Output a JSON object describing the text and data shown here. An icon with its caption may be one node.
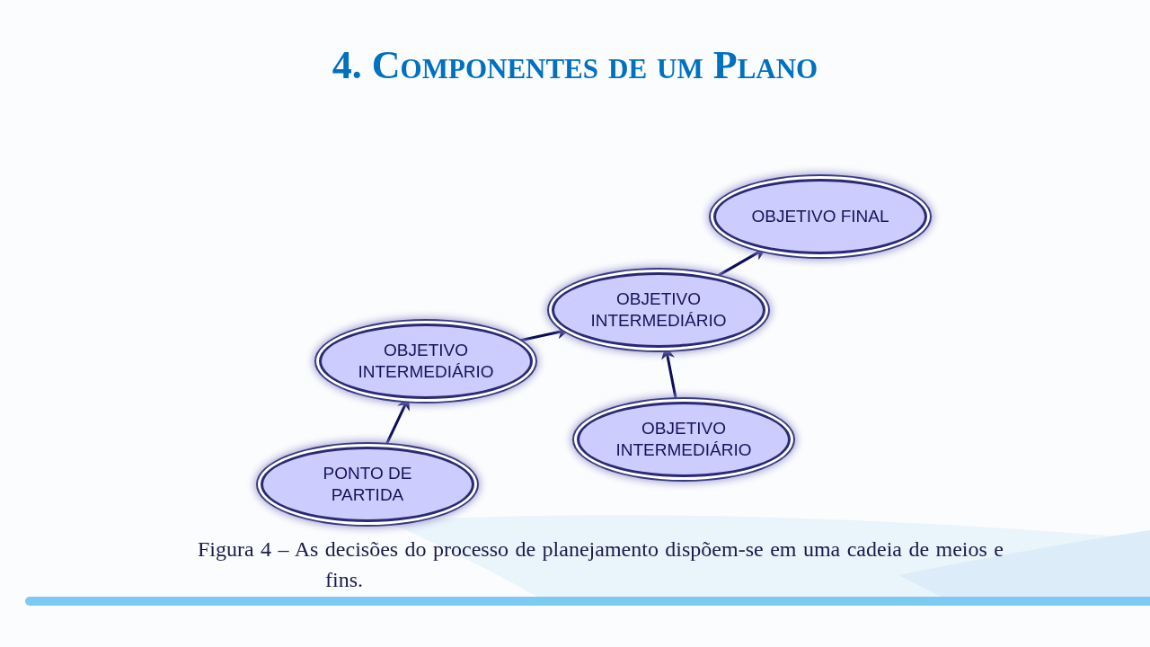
{
  "diagram": {
    "title": "4. Componentes de um Plano",
    "nodes": [
      {
        "text": [
          "PONTO DE PARTIDA"
        ]
      },
      {
        "text": [
          "OBJETIVO INTERMEDIÁRIO"
        ]
      },
      {
        "text": [
          "OBJETIVO INTERMEDIÁRIO"
        ]
      },
      {
        "text": [
          "OBJETIVO INTERMEDIÁRIO"
        ]
      },
      {
        "text": [
          "OBJETIVO FINAL"
        ]
      }
    ],
    "edges": [
      {
        "from": 0,
        "to": 1,
        "arrow": "to"
      },
      {
        "from": 1,
        "to": 2,
        "arrow": "to"
      },
      {
        "from": 3,
        "to": 2,
        "arrow": "to"
      },
      {
        "from": 2,
        "to": 4,
        "arrow": "to"
      }
    ],
    "caption": "Figura 4 – As decisões do processo de planejamento dispõem-se em uma cadeia de meios e fins."
  }
}
